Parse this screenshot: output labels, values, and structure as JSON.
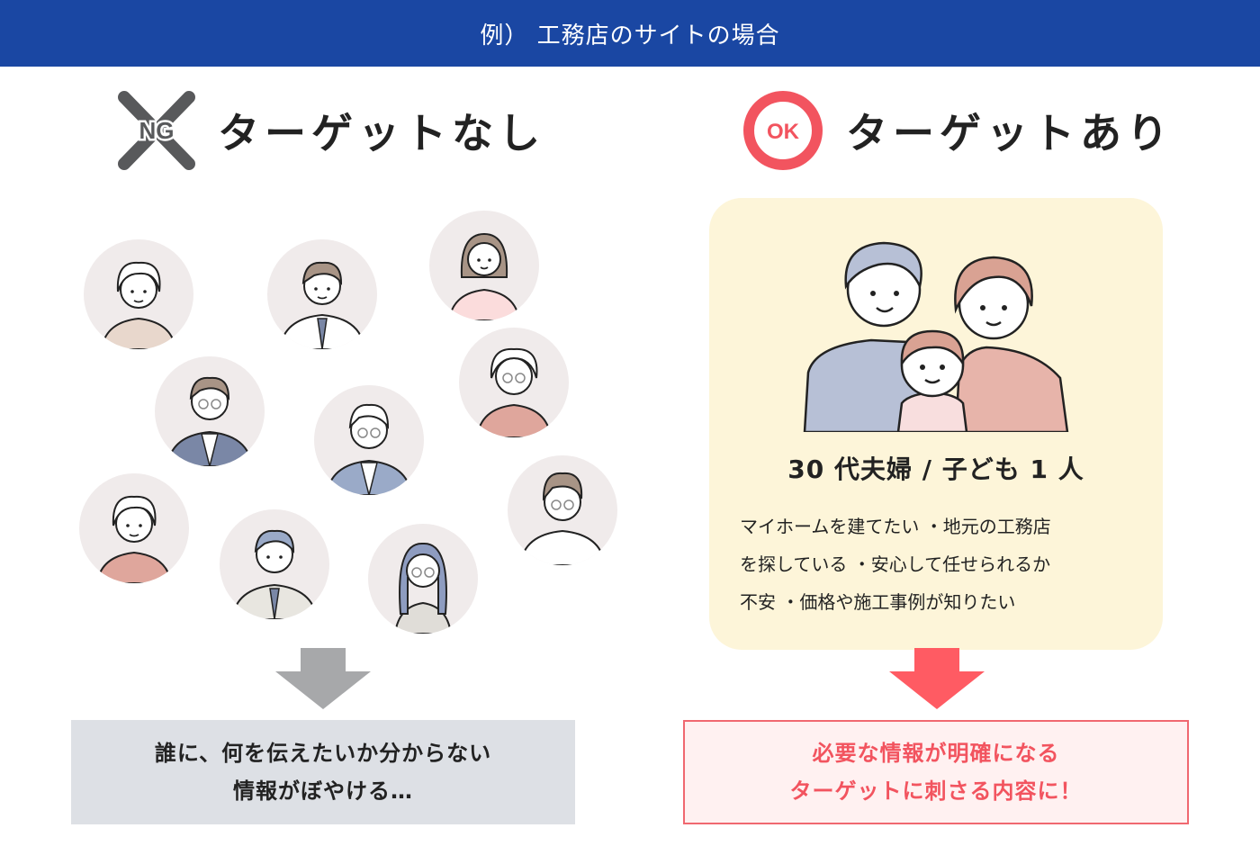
{
  "banner": {
    "title": "例） 工務店のサイトの場合"
  },
  "ng_section": {
    "badge": "NG",
    "heading": "ターゲットなし",
    "result_line1": "誰に、何を伝えたいか分からない",
    "result_line2": "情報がぼやける…"
  },
  "ok_section": {
    "badge": "OK",
    "heading": "ターゲットあり",
    "persona_title": "30 代夫婦 / 子ども 1 人",
    "persona_lines": [
      "マイホームを建てたい ・地元の工務店",
      "を探している ・安心して任せられるか",
      "不安 ・価格や施工事例が知りたい"
    ],
    "result_line1": "必要な情報が明確になる",
    "result_line2": "ターゲットに刺さる内容に！"
  },
  "colors": {
    "banner": "#1a47a3",
    "ng_gray": "#58595b",
    "ok_red": "#f2545f",
    "card_bg": "#fdf5d9",
    "ng_result_bg": "#dde0e5",
    "ok_result_bg": "#fff1f1"
  }
}
